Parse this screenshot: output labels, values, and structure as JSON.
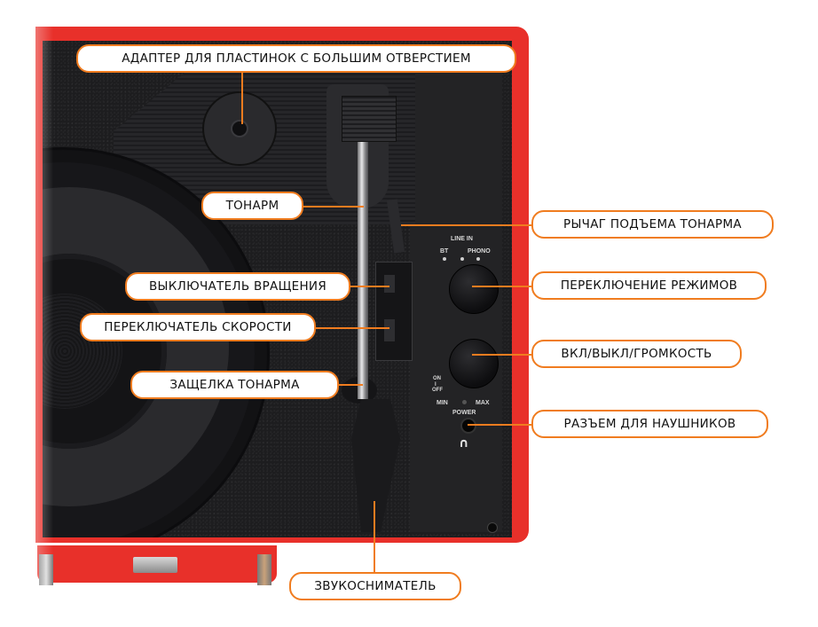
{
  "figure": {
    "subject": "Портативный проигрыватель виниловых пластинок — вид сверху",
    "accent_color": "#f07c1f",
    "case_color": "#e8302a",
    "panel_color": "#1d1d1f"
  },
  "callouts": [
    {
      "id": "adapter",
      "label": "АДАПТЕР ДЛЯ ПЛАСТИНОК С БОЛЬШИМ ОТВЕРСТИЕМ",
      "side": "top"
    },
    {
      "id": "tonearm",
      "label": "ТОНАРМ",
      "side": "left"
    },
    {
      "id": "lift-lever",
      "label": "РЫЧАГ ПОДЪЕМА ТОНАРМА",
      "side": "right"
    },
    {
      "id": "rotation-switch",
      "label": "ВЫКЛЮЧАТЕЛЬ ВРАЩЕНИЯ",
      "side": "left"
    },
    {
      "id": "mode-switch",
      "label": "ПЕРЕКЛЮЧЕНИЕ РЕЖИМОВ",
      "side": "right"
    },
    {
      "id": "speed-switch",
      "label": "ПЕРЕКЛЮЧАТЕЛЬ СКОРОСТИ",
      "side": "left"
    },
    {
      "id": "power-volume",
      "label": "ВКЛ/ВЫКЛ/ГРОМКОСТЬ",
      "side": "right"
    },
    {
      "id": "tonearm-clip",
      "label": "ЗАЩЕЛКА ТОНАРМА",
      "side": "left"
    },
    {
      "id": "headphone-jack",
      "label": "РАЗЪЕМ ДЛЯ НАУШНИКОВ",
      "side": "right"
    },
    {
      "id": "cartridge",
      "label": "ЗВУКОСНИМАТЕЛЬ",
      "side": "bottom"
    }
  ],
  "device_markings": {
    "mode": {
      "bt": "BT",
      "line_in": "LINE IN",
      "phono": "PHONO"
    },
    "power": {
      "on": "ON",
      "sep": "I",
      "off": "OFF",
      "min": "MIN",
      "max": "MAX",
      "power": "POWER"
    },
    "headphone_symbol": "∩"
  }
}
